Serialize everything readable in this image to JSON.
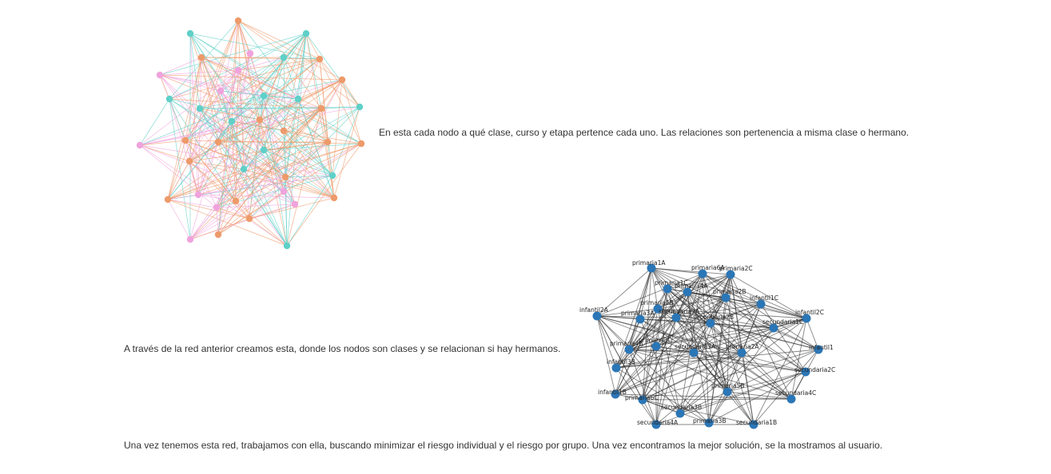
{
  "captions": {
    "first": "En esta cada nodo a qué clase, curso y etapa pertence cada uno. Las relaciones son pertenencia a misma clase o hermano.",
    "second": "A través de la red anterior creamos esta, donde los nodos son clases y se relacionan si hay hermanos.",
    "third": "Una vez tenemos esta red, trabajamos con ella, buscando minimizar el riesgo individual y el riesgo por grupo. Una vez encontramos la mejor solución, se la mostramos al usuario."
  },
  "colors": {
    "teal": "#5fd0c8",
    "orange": "#ee9a6a",
    "pink": "#f0a3dc",
    "blue": "#2b76b6",
    "edge_dark": "#222222"
  },
  "graph2_labels": [
    "primaria1A",
    "primaria1C",
    "primaria6A",
    "primaria2C",
    "primaria1B",
    "primaria4A",
    "primaria2B",
    "infantil1C",
    "infantil2A",
    "primaria3A",
    "secundaria2A",
    "infantil2C",
    "secundaria1C",
    "secundaria2B",
    "infantil1",
    "primaria4B",
    "primaria3C",
    "secundaria3A",
    "primaria2A",
    "infantil1B",
    "secundaria2C",
    "infantil3B",
    "primaria6C",
    "primaria5B",
    "secundaria4C",
    "secundaria3B",
    "secundaria1B",
    "secundaria4A",
    "primaria3B"
  ]
}
